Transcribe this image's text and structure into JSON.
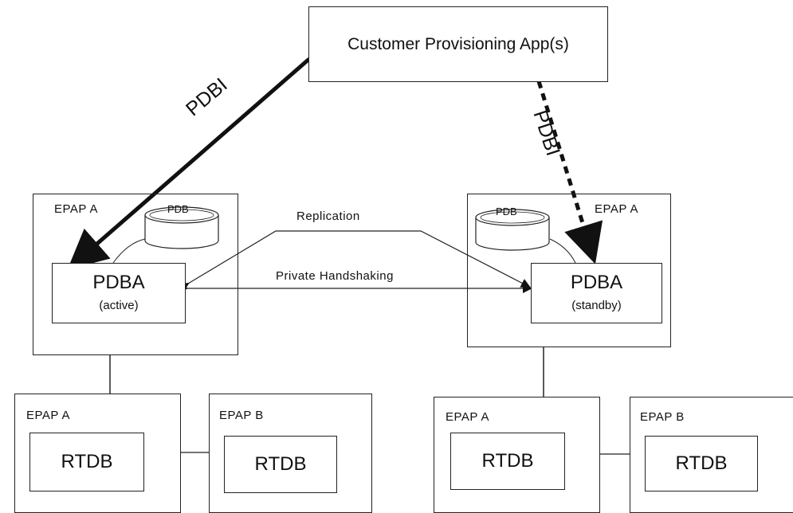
{
  "customer_app": {
    "label": "Customer Provisioning App(s)"
  },
  "pdbi_left": "PDBI",
  "pdbi_right": "PDBI",
  "replication": "Replication",
  "handshake": "Private Handshaking",
  "left_epap": {
    "title": "EPAP A",
    "pdb": "PDB",
    "pdba": "PDBA",
    "status": "(active)"
  },
  "right_epap": {
    "title": "EPAP A",
    "pdb": "PDB",
    "pdba": "PDBA",
    "status": "(standby)"
  },
  "bottom": [
    {
      "title": "EPAP A",
      "db": "RTDB"
    },
    {
      "title": "EPAP B",
      "db": "RTDB"
    },
    {
      "title": "EPAP A",
      "db": "RTDB"
    },
    {
      "title": "EPAP B",
      "db": "RTDB"
    }
  ]
}
